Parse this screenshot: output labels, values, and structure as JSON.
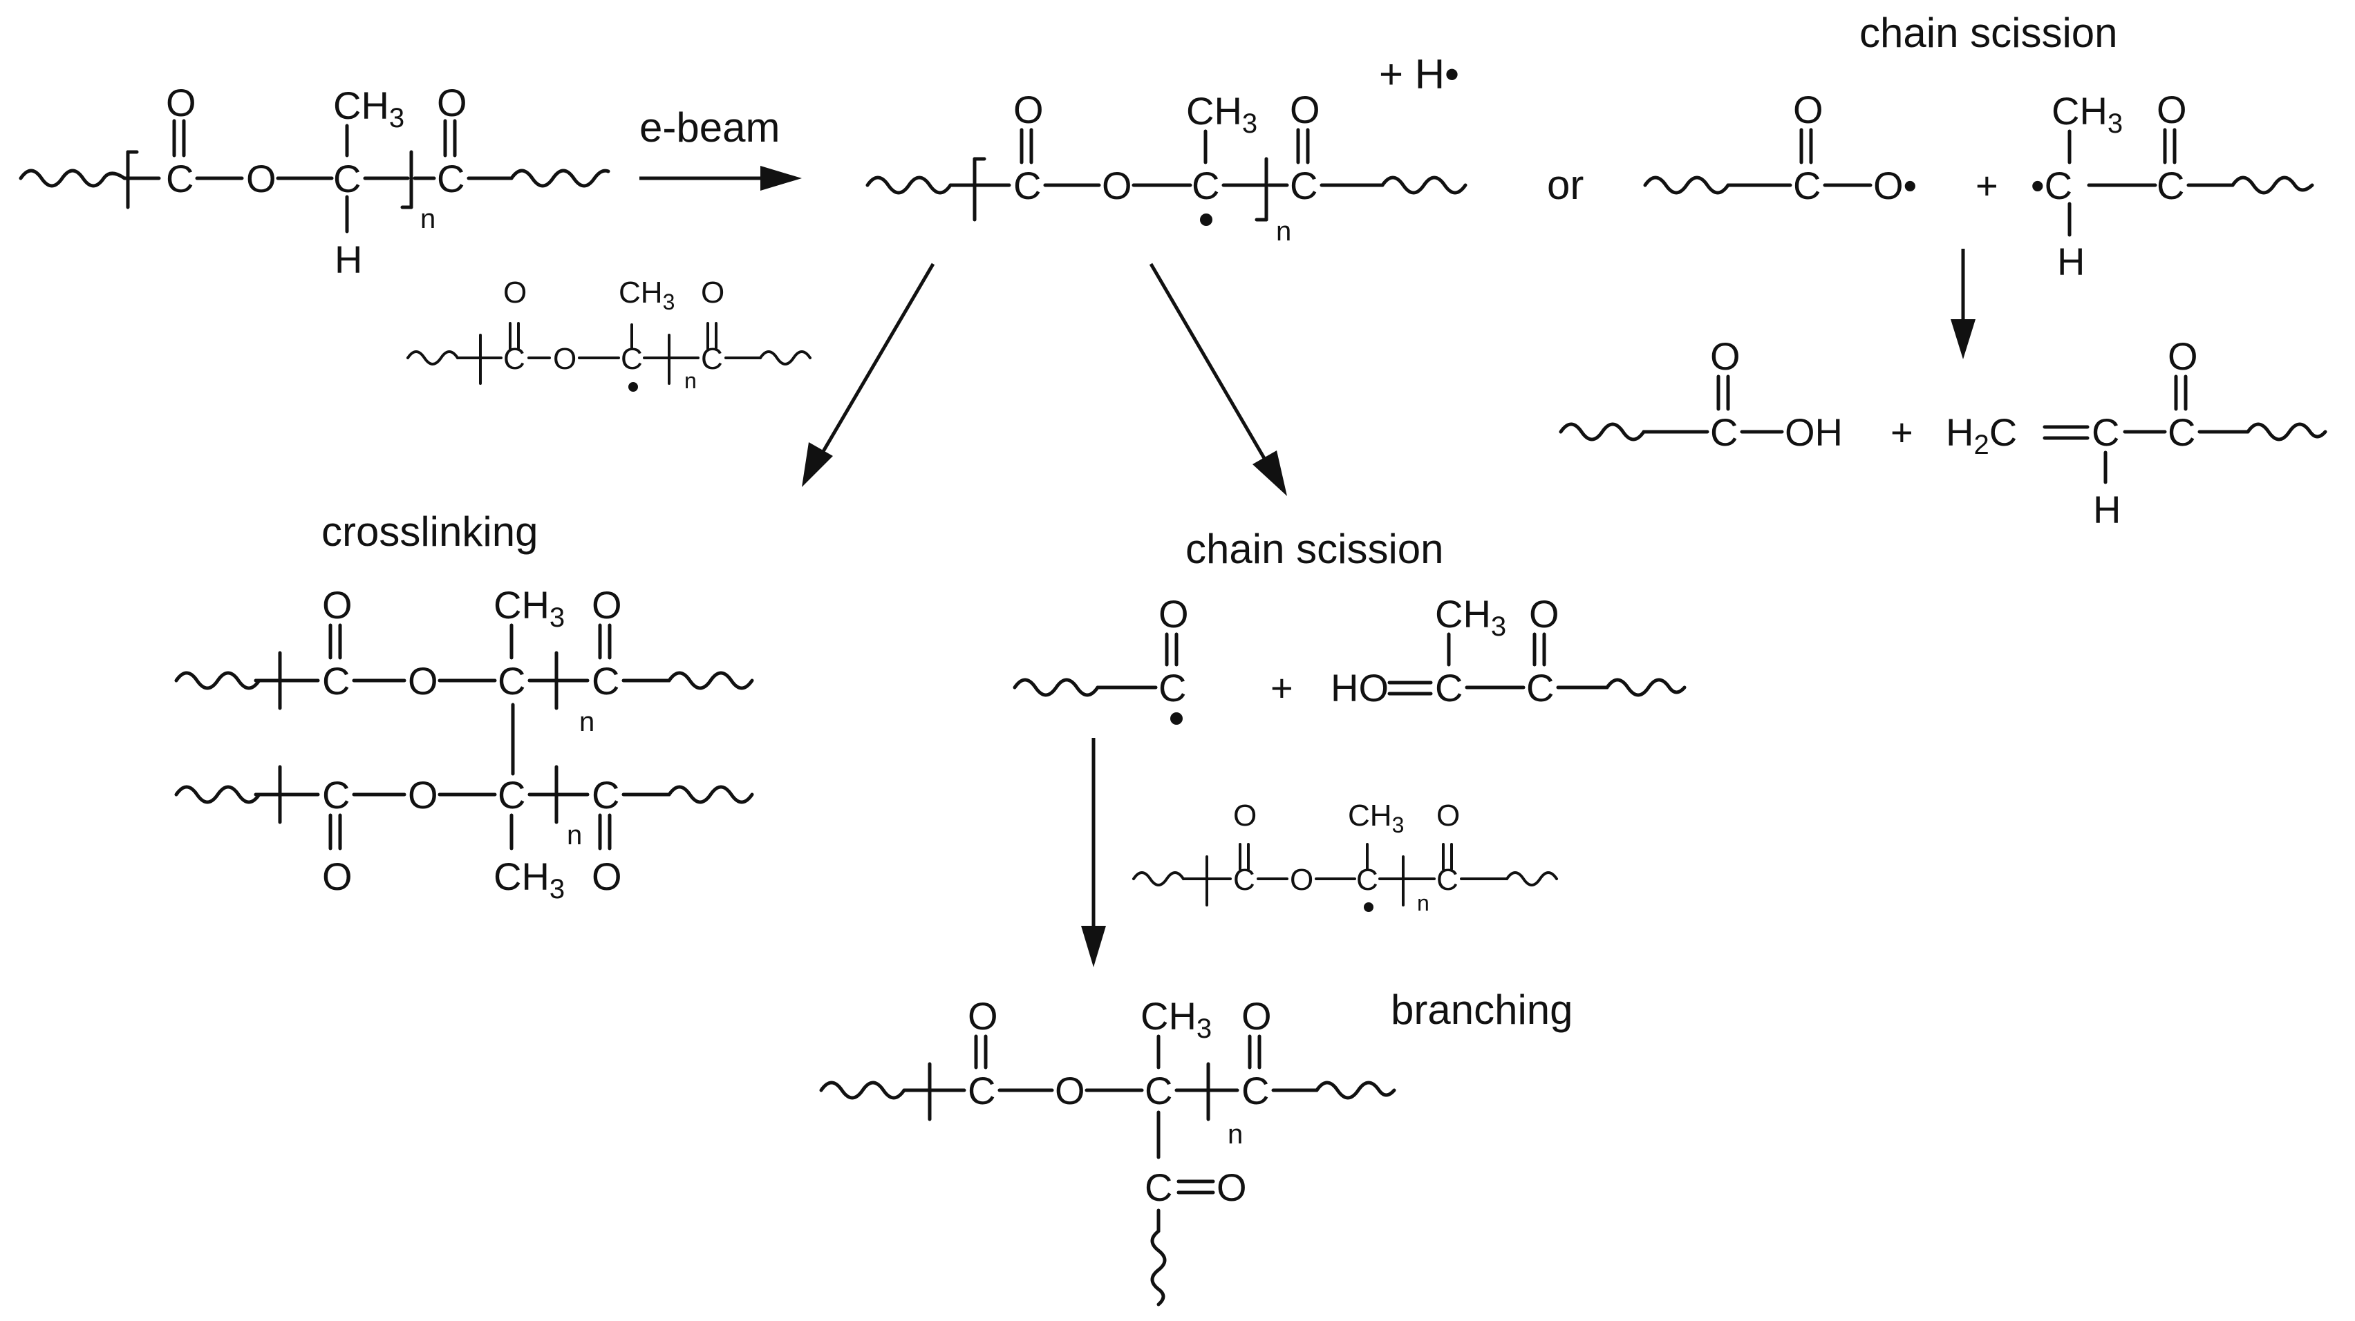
{
  "labels": {
    "ebeam": "e-beam",
    "plus_h_radical": "+ H•",
    "or": "or",
    "chain_scission_top": "chain scission",
    "crosslinking": "crosslinking",
    "chain_scission_mid": "chain scission",
    "branching": "branching"
  },
  "atoms": {
    "O": "O",
    "C": "C",
    "H": "H",
    "CH3": "CH",
    "sub3": "3",
    "n": "n",
    "OH": "OH",
    "HO": "HO",
    "H2C": "H",
    "sub2": "2",
    "plus": "+",
    "O_radical": "O•",
    "radical_C": "•C"
  },
  "colors": {
    "ink": "#111111",
    "background": "#ffffff"
  }
}
